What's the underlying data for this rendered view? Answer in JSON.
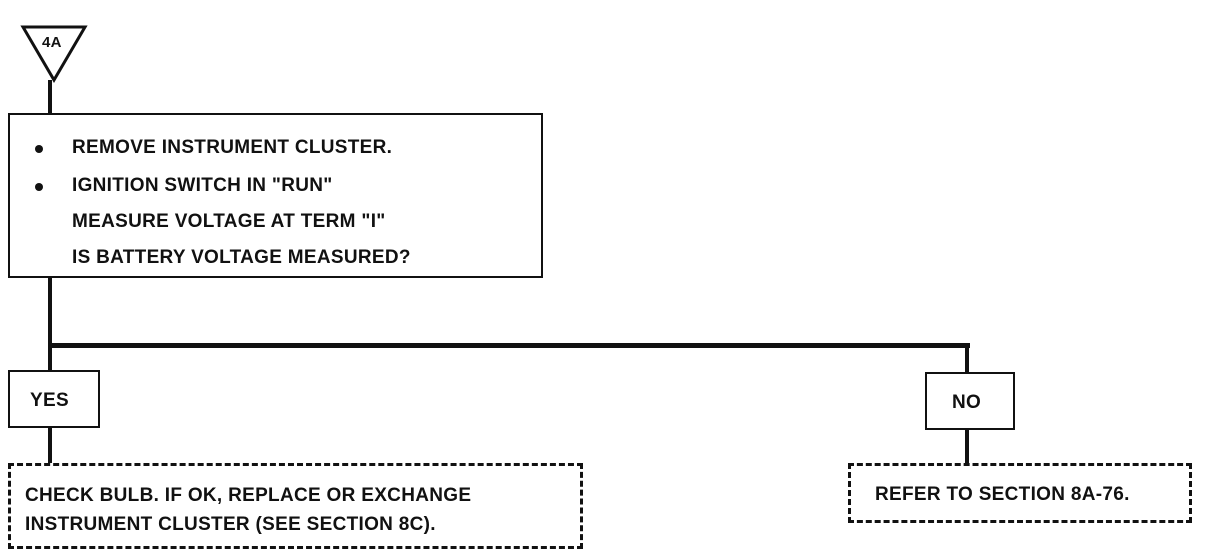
{
  "start_marker": {
    "label": "4A"
  },
  "main_box": {
    "steps": [
      {
        "text": "REMOVE INSTRUMENT CLUSTER.",
        "bullet": true
      },
      {
        "text": "IGNITION SWITCH IN \"RUN\"",
        "bullet": true
      },
      {
        "text": "MEASURE VOLTAGE AT TERM \"I\"",
        "bullet": false
      },
      {
        "text": "IS BATTERY VOLTAGE MEASURED?",
        "bullet": false
      }
    ]
  },
  "yes_branch": {
    "label": "YES",
    "result_lines": [
      "CHECK BULB.  IF OK, REPLACE OR EXCHANGE",
      "INSTRUMENT CLUSTER (SEE SECTION 8C)."
    ]
  },
  "no_branch": {
    "label": "NO",
    "result": "REFER TO SECTION 8A-76."
  }
}
